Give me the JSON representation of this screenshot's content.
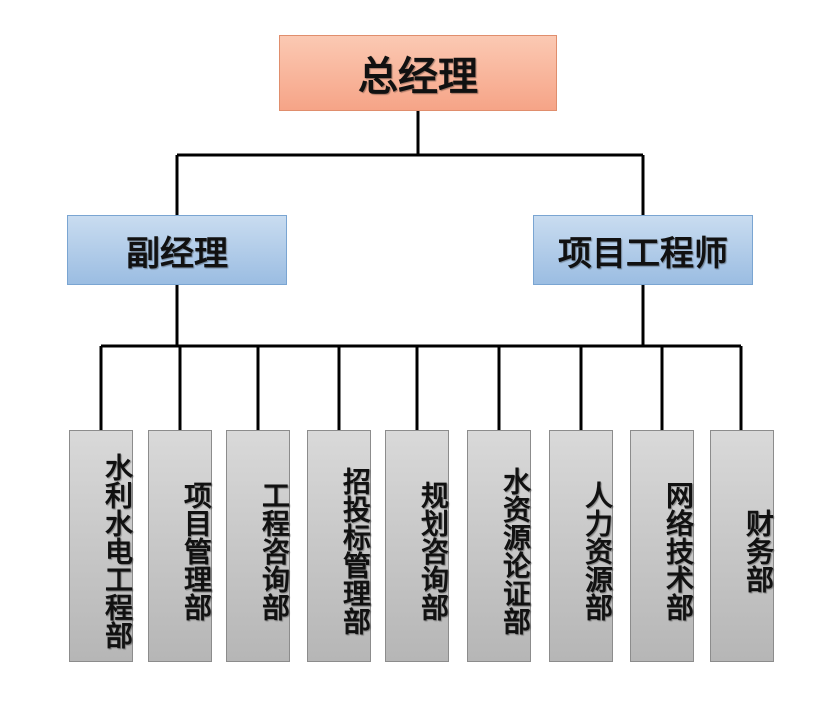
{
  "org": {
    "top": "总经理",
    "level2": [
      "副经理",
      "项目工程师"
    ],
    "departments": [
      "水利水电工程部",
      "项目管理部",
      "工程咨询部",
      "招投标管理部",
      "规划咨询部",
      "水资源论证部",
      "人力资源部",
      "网络技术部",
      "财务部"
    ]
  },
  "colors": {
    "top_fill": "#f6a487",
    "level2_fill": "#9bbde2",
    "dept_fill": "#bdbdbd",
    "connector": "#000000"
  }
}
